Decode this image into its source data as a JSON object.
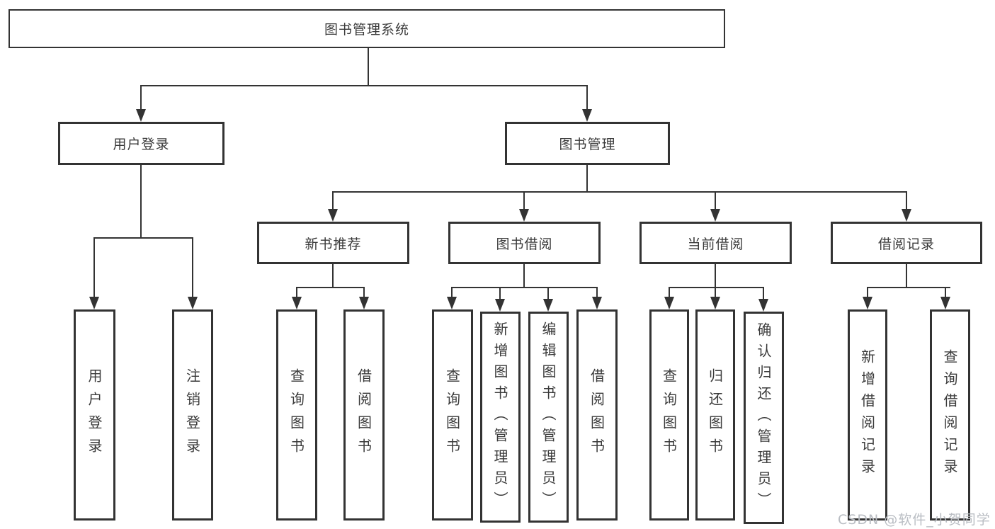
{
  "diagram": {
    "root": "图书管理系统",
    "level2": [
      "用户登录",
      "图书管理"
    ],
    "level3": [
      "新书推荐",
      "图书借阅",
      "当前借阅",
      "借阅记录"
    ],
    "leaves": {
      "user_login": [
        "用户登录",
        "注销登录"
      ],
      "new_book": [
        "查询图书",
        "借阅图书"
      ],
      "book_borrow": [
        "查询图书",
        "新增图书（管理员）",
        "编辑图书（管理员）",
        "借阅图书"
      ],
      "current_borrow": [
        "查询图书",
        "归还图书",
        "确认归还（管理员）"
      ],
      "borrow_record": [
        "新增借阅记录",
        "查询借阅记录"
      ]
    },
    "watermark": "CSDN @软件_小贺同学",
    "colors": {
      "line": "#333333",
      "text": "#3a3a3a",
      "box_background": "#ffffff",
      "watermark": "#b9bdc3"
    }
  }
}
